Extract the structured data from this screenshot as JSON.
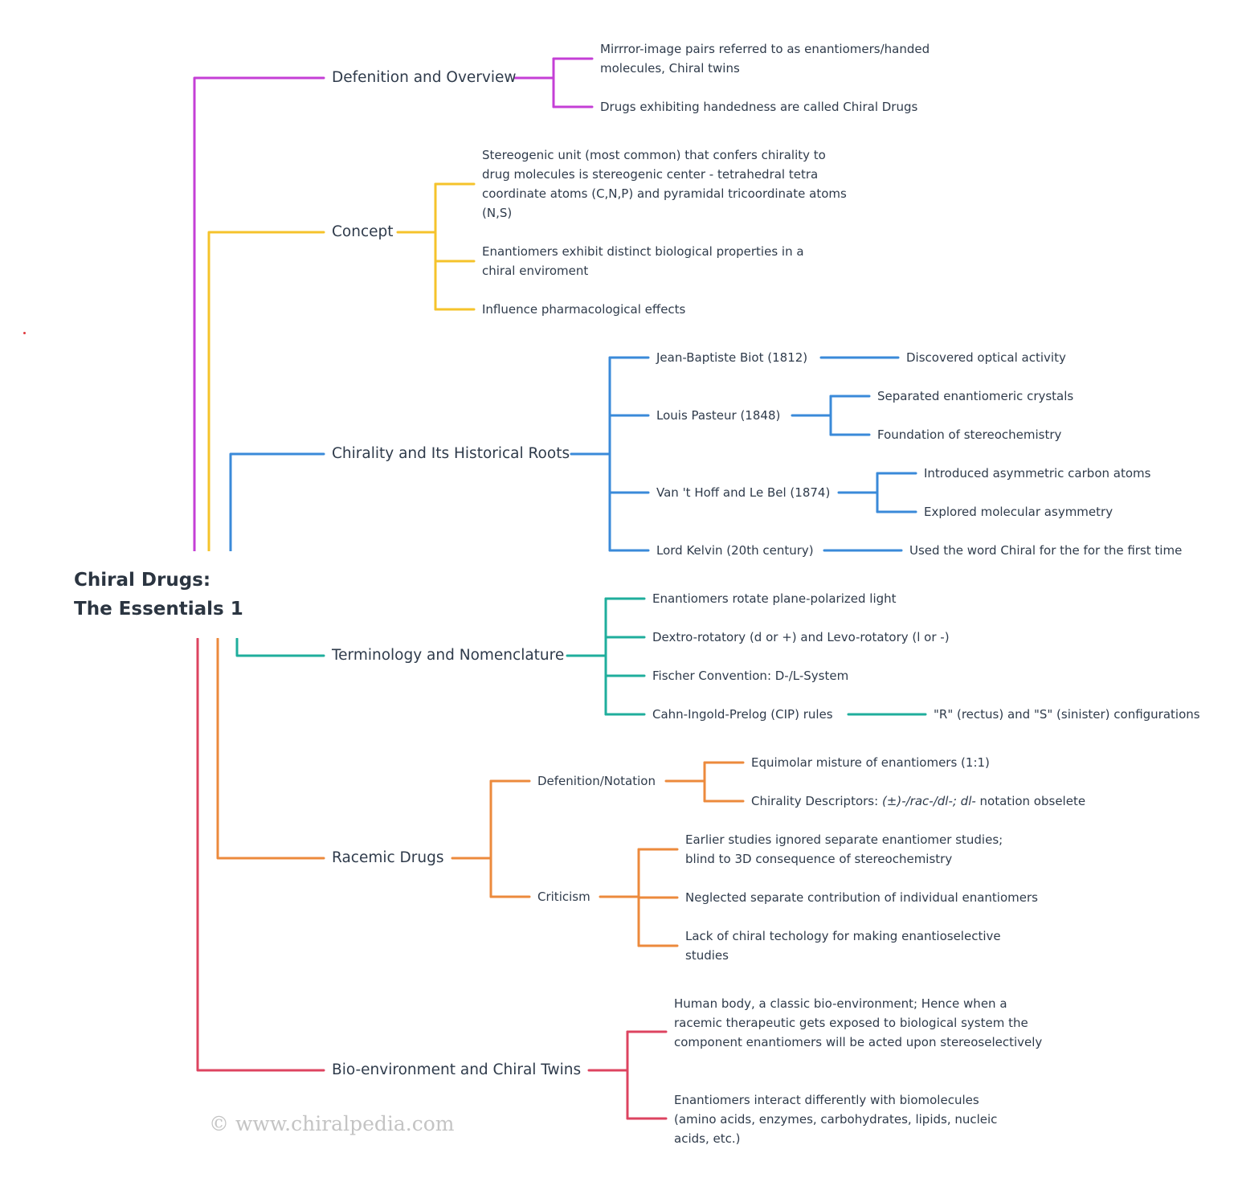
{
  "colors": {
    "magenta": "#c43fd6",
    "yellow": "#f5c32b",
    "blue": "#3a8ad9",
    "teal": "#1fae9c",
    "orange": "#ec8a3c",
    "red": "#dd4460"
  },
  "root": {
    "line1": "Chiral Drugs:",
    "line2": "The Essentials 1"
  },
  "branches": {
    "definition": {
      "label": "Defenition and Overview",
      "items": [
        "Mirrror-image pairs referred to as enantiomers/handed molecules, Chiral twins",
        "Drugs exhibiting handedness are called  Chiral Drugs"
      ]
    },
    "concept": {
      "label": "Concept",
      "items": [
        "Stereogenic unit (most common) that confers chirality to drug molecules is stereogenic center - tetrahedral tetra coordinate atoms (C,N,P) and pyramidal tricoordinate atoms (N,S)",
        "Enantiomers  exhibit distinct biological properties in a chiral enviroment",
        "Influence pharmacological effects"
      ]
    },
    "history": {
      "label": "Chirality and Its Historical Roots",
      "people": [
        {
          "name": "Jean-Baptiste Biot (1812)",
          "facts": [
            "Discovered optical activity"
          ]
        },
        {
          "name": "Louis Pasteur (1848)",
          "facts": [
            "Separated enantiomeric crystals",
            "Foundation of stereochemistry"
          ]
        },
        {
          "name": "Van 't Hoff and Le Bel (1874)",
          "facts": [
            "Introduced asymmetric carbon atoms",
            "Explored molecular asymmetry"
          ]
        },
        {
          "name": "Lord Kelvin (20th century)",
          "facts": [
            "Used the word Chiral for the for the first time"
          ]
        }
      ]
    },
    "terminology": {
      "label": "Terminology and Nomenclature",
      "items": [
        "Enantiomers rotate plane-polarized light",
        "Dextro-rotatory (d or +) and Levo-rotatory (l or -)",
        "Fischer Convention: D-/L-System",
        "Cahn-Ingold-Prelog (CIP) rules"
      ],
      "cip_detail": "\"R\" (rectus) and \"S\" (sinister) configurations"
    },
    "racemic": {
      "label": "Racemic Drugs",
      "notation": {
        "label": "Defenition/Notation",
        "item1": "Equimolar misture of enantiomers (1:1)",
        "item2_prefix": "Chirality Descriptors: ",
        "item2_italic": "(±)-/rac-/dl-; dl-",
        "item2_suffix": " notation obselete"
      },
      "criticism": {
        "label": "Criticism",
        "items": [
          "Earlier studies ignored  separate enantiomer studies; blind to 3D consequence of stereochemistry",
          "Neglected separate contribution of individual enantiomers",
          "Lack of chiral techology for making enantioselective studies"
        ]
      }
    },
    "bio": {
      "label": "Bio-environment and  Chiral Twins",
      "items": [
        "Human body, a classic bio-environment; Hence when a racemic therapeutic gets exposed to biological system the component enantiomers will be acted upon stereoselectively",
        "Enantiomers interact differently with biomolecules (amino acids, enzymes, carbohydrates, lipids, nucleic acids, etc.)"
      ]
    }
  },
  "watermark": "© www.chiralpedia.com"
}
